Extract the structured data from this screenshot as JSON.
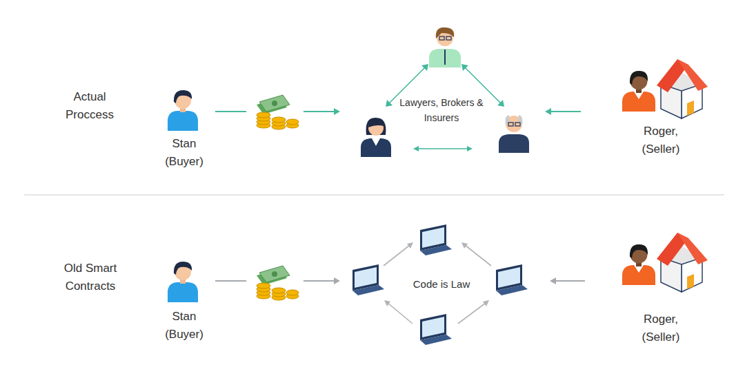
{
  "diagram": {
    "nodes": [
      {
        "text": [
          "Stan (Buyer)"
        ]
      },
      {
        "text": [
          "Lawyers, Brokers & Insurers"
        ]
      },
      {
        "text": [
          "Roger, (Seller)"
        ]
      },
      {
        "text": [
          "Stan (Buyer)"
        ]
      },
      {
        "text": [
          "Code is Law"
        ]
      },
      {
        "text": [
          "Roger, (Seller)"
        ]
      }
    ],
    "edges": [
      {
        "from": 0,
        "to": 1,
        "arrow": "to"
      },
      {
        "from": 2,
        "to": 1,
        "arrow": "to"
      },
      {
        "from": 3,
        "to": 4,
        "arrow": "to"
      },
      {
        "from": 5,
        "to": 4,
        "arrow": "to"
      }
    ],
    "labels": [
      "Actual Proccess",
      "Old Smart Contracts"
    ]
  }
}
